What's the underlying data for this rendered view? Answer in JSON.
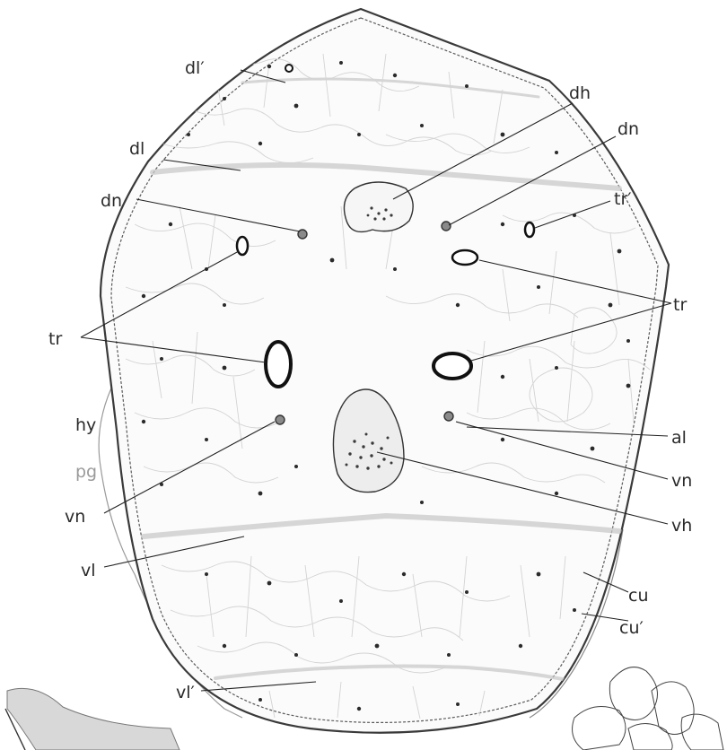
{
  "figure": {
    "labels": {
      "dl_prime": "dl′",
      "dl": "dl",
      "dh": "dh",
      "dn_right": "dn",
      "dn_left": "dn",
      "tr_prime": "tr′",
      "tr_right": "tr",
      "tr_left": "tr",
      "hy": "hy",
      "pg": "pg",
      "al": "al",
      "vn_right": "vn",
      "vn_left": "vn",
      "vh": "vh",
      "vl": "vl",
      "cu": "cu",
      "cu_prime": "cu′",
      "vl_prime": "vl′"
    }
  }
}
